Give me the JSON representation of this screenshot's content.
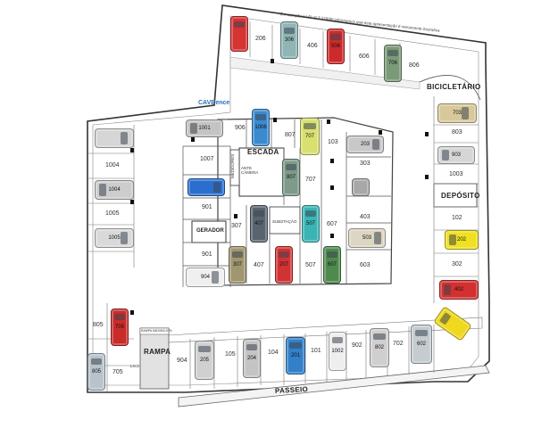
{
  "plan": {
    "note": "Em atenção à LEI nº 3.279/90 informamos que esta apresentação é meramente ilustrativa",
    "brand": "CAVBence",
    "labels": {
      "bicicletario": "BICICLETÁRIO",
      "escada": "ESCADA",
      "deposito": "DEPÓSITO",
      "rampa": "RAMPA",
      "passeio": "PASSEIO",
      "gerador": "GERADOR",
      "medidores": "MEDIDORES",
      "ante_camera": "ANTE CÂMERA",
      "substacao": "SUBSTAÇÃO",
      "lixo": "LIXO",
      "rampa_sign": "RAMPA MÁXIMA 20%"
    },
    "spaces": {
      "s206": "206",
      "s306": "306",
      "s406": "406",
      "s506": "506",
      "s606": "606",
      "s706": "706",
      "s806": "806",
      "s703": "703",
      "s803": "803",
      "s903": "903",
      "s1003": "1003",
      "s102": "102",
      "s202": "202",
      "s302": "302",
      "s402": "402",
      "s1001": "1001",
      "s906": "906",
      "s1006": "1006",
      "s807": "807",
      "s707a": "707",
      "s103": "103",
      "s203": "203",
      "s303": "303",
      "s1007": "1007",
      "s907": "907",
      "s707b": "707",
      "s403": "403",
      "s503": "503",
      "s603": "603",
      "s901": "901",
      "s307": "307",
      "s407a": "407",
      "s507a": "507",
      "s607": "607",
      "s901b": "901",
      "s904b": "904",
      "s307b": "307",
      "s407b": "407",
      "s207": "207",
      "s507b": "507",
      "s607b": "607",
      "s1004a": "1004",
      "s1004b": "1004",
      "s1005a": "1005",
      "s1005b": "1005",
      "s805": "805",
      "s705a": "705",
      "s805b": "805",
      "s705b": "705",
      "s904": "904",
      "s205": "205",
      "s105": "105",
      "s204": "204",
      "s104": "104",
      "s201": "201",
      "s101": "101",
      "s1002": "1002",
      "s902": "902",
      "s802": "802",
      "s702": "702",
      "s602": "602"
    }
  }
}
